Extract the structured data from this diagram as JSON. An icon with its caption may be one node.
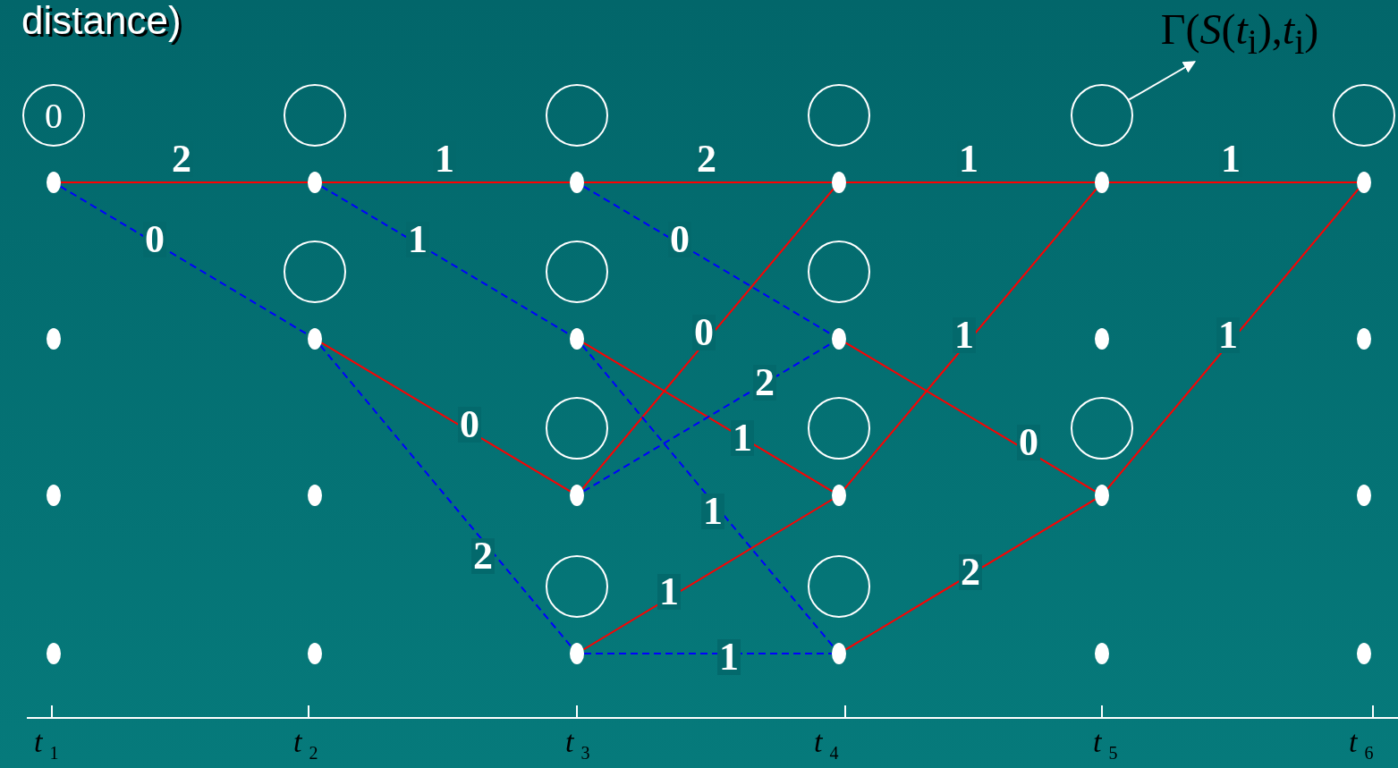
{
  "diagram": {
    "title": "distance)",
    "nodes": [
      {
        "text": [
          "Γ(*S*(*t*$_{i}$),*t*$_{i}$)"
        ]
      },
      {
        "text": [
          "0"
        ]
      },
      {
        "text": [],
        "shape": "circle"
      },
      {
        "text": [],
        "shape": "circle"
      },
      {
        "text": [],
        "shape": "circle"
      },
      {
        "text": [],
        "shape": "circle"
      },
      {
        "text": [],
        "shape": "circle"
      },
      {
        "text": [],
        "shape": "dot"
      },
      {
        "text": [],
        "shape": "dot"
      },
      {
        "text": [],
        "shape": "dot"
      },
      {
        "text": [],
        "shape": "dot"
      },
      {
        "text": [],
        "shape": "dot"
      },
      {
        "text": [],
        "shape": "dot"
      },
      {
        "text": [],
        "shape": "circle"
      },
      {
        "text": [],
        "shape": "circle"
      },
      {
        "text": [],
        "shape": "circle"
      },
      {
        "text": [],
        "shape": "dot"
      },
      {
        "text": [],
        "shape": "dot"
      },
      {
        "text": [],
        "shape": "dot"
      },
      {
        "text": [],
        "shape": "dot"
      },
      {
        "text": [],
        "shape": "dot"
      },
      {
        "text": [],
        "shape": "dot"
      },
      {
        "text": [],
        "shape": "circle"
      },
      {
        "text": [],
        "shape": "circle"
      },
      {
        "text": [],
        "shape": "circle"
      },
      {
        "text": [],
        "shape": "dot"
      },
      {
        "text": [],
        "shape": "dot"
      },
      {
        "text": [],
        "shape": "dot"
      },
      {
        "text": [],
        "shape": "dot"
      },
      {
        "text": [],
        "shape": "dot"
      },
      {
        "text": [],
        "shape": "dot"
      },
      {
        "text": [],
        "shape": "circle"
      },
      {
        "text": [],
        "shape": "circle"
      },
      {
        "text": [],
        "shape": "dot"
      },
      {
        "text": [],
        "shape": "dot"
      },
      {
        "text": [],
        "shape": "dot"
      },
      {
        "text": [],
        "shape": "dot"
      },
      {
        "text": [],
        "shape": "dot"
      },
      {
        "text": [],
        "shape": "dot"
      }
    ],
    "edges": [
      {
        "from": 7,
        "to": 8,
        "arrow": "none",
        "label": "2"
      },
      {
        "from": 8,
        "to": 9,
        "arrow": "none",
        "label": "1"
      },
      {
        "from": 9,
        "to": 10,
        "arrow": "none",
        "label": "2"
      },
      {
        "from": 10,
        "to": 11,
        "arrow": "none",
        "label": "1"
      },
      {
        "from": 11,
        "to": 12,
        "arrow": "none",
        "label": "1"
      },
      {
        "from": 17,
        "to": 27,
        "arrow": "none",
        "label": "0"
      },
      {
        "from": 27,
        "to": 10,
        "arrow": "none",
        "label": "0"
      },
      {
        "from": 18,
        "to": 28,
        "arrow": "none",
        "label": "1"
      },
      {
        "from": 19,
        "to": 29,
        "arrow": "none",
        "label": "0"
      },
      {
        "from": 28,
        "to": 11,
        "arrow": "none",
        "label": "1"
      },
      {
        "from": 29,
        "to": 12,
        "arrow": "none",
        "label": "1"
      },
      {
        "from": 35,
        "to": 28,
        "arrow": "none",
        "label": "1"
      },
      {
        "from": 36,
        "to": 29,
        "arrow": "none",
        "label": "2"
      },
      {
        "from": 7,
        "to": 17,
        "arrow": "none",
        "label": "0",
        "style": "dashed",
        "color": "#0000ff"
      },
      {
        "from": 8,
        "to": 18,
        "arrow": "none",
        "label": "1",
        "style": "dashed",
        "color": "#0000ff"
      },
      {
        "from": 9,
        "to": 19,
        "arrow": "none",
        "label": "0",
        "style": "dashed",
        "color": "#0000ff"
      },
      {
        "from": 27,
        "to": 19,
        "arrow": "none",
        "label": "2",
        "style": "dashed",
        "color": "#0000ff"
      },
      {
        "from": 17,
        "to": 35,
        "arrow": "none",
        "label": "2",
        "style": "dashed",
        "color": "#0000ff"
      },
      {
        "from": 18,
        "to": 36,
        "arrow": "none",
        "label": "1",
        "style": "dashed",
        "color": "#0000ff"
      },
      {
        "from": 35,
        "to": 36,
        "arrow": "none",
        "label": "1",
        "style": "dashed",
        "color": "#0000ff"
      },
      {
        "from": 5,
        "to": 0,
        "arrow": "to",
        "color": "#ffffff"
      }
    ],
    "labels": [
      "*t*$_{1}$",
      "*t*$_{2}$",
      "*t*$_{3}$",
      "*t*$_{4}$",
      "*t*$_{5}$",
      "*t*$_{6}$"
    ]
  }
}
